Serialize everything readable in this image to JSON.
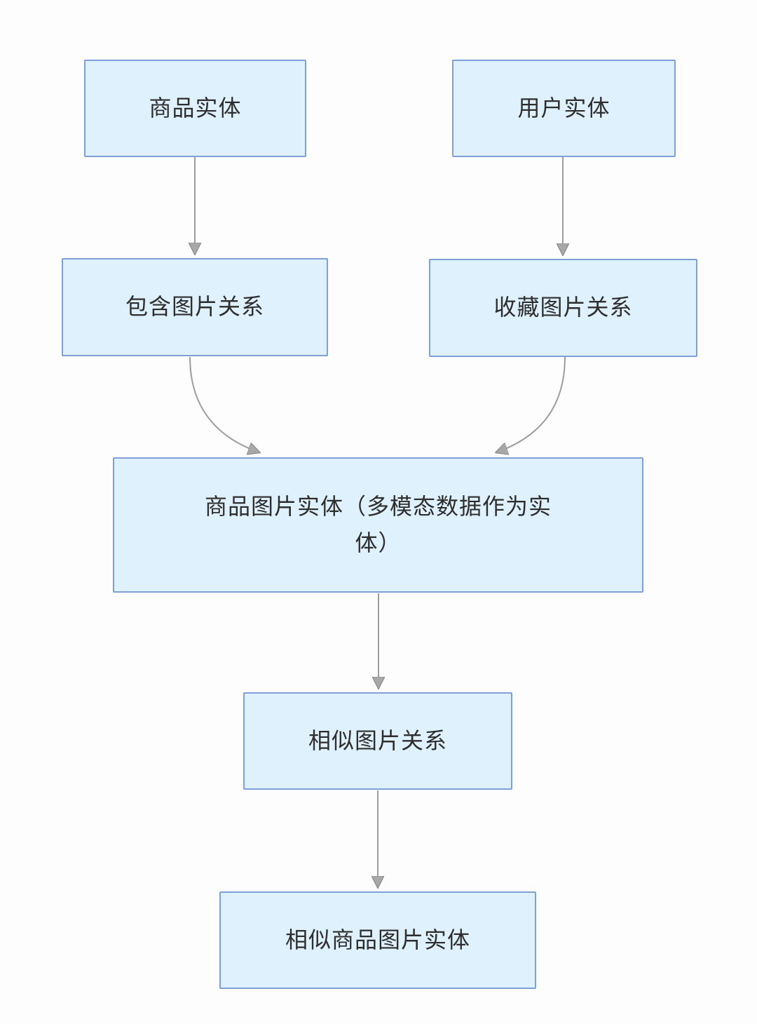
{
  "diagram": {
    "nodes": [
      {
        "id": "product-entity",
        "label": "商品实体"
      },
      {
        "id": "user-entity",
        "label": "用户实体"
      },
      {
        "id": "contains-image-relation",
        "label": "包含图片关系"
      },
      {
        "id": "favorite-image-relation",
        "label": "收藏图片关系"
      },
      {
        "id": "product-image-entity",
        "label": "商品图片实体（多模态数据作为实体）"
      },
      {
        "id": "similar-image-relation",
        "label": "相似图片关系"
      },
      {
        "id": "similar-product-image-entity",
        "label": "相似商品图片实体"
      }
    ],
    "edges": [
      {
        "from": "product-entity",
        "to": "contains-image-relation"
      },
      {
        "from": "user-entity",
        "to": "favorite-image-relation"
      },
      {
        "from": "contains-image-relation",
        "to": "product-image-entity"
      },
      {
        "from": "favorite-image-relation",
        "to": "product-image-entity"
      },
      {
        "from": "product-image-entity",
        "to": "similar-image-relation"
      },
      {
        "from": "similar-image-relation",
        "to": "similar-product-image-entity"
      }
    ],
    "colors": {
      "node_fill": "#dff1fc",
      "node_border": "#7e9fd8",
      "arrow_line": "#9d9d9d",
      "arrowhead_fill": "#a8a8a8",
      "arrowhead_stroke": "#858585",
      "text": "#2e2e2e",
      "background": "#fdfdfd"
    }
  }
}
